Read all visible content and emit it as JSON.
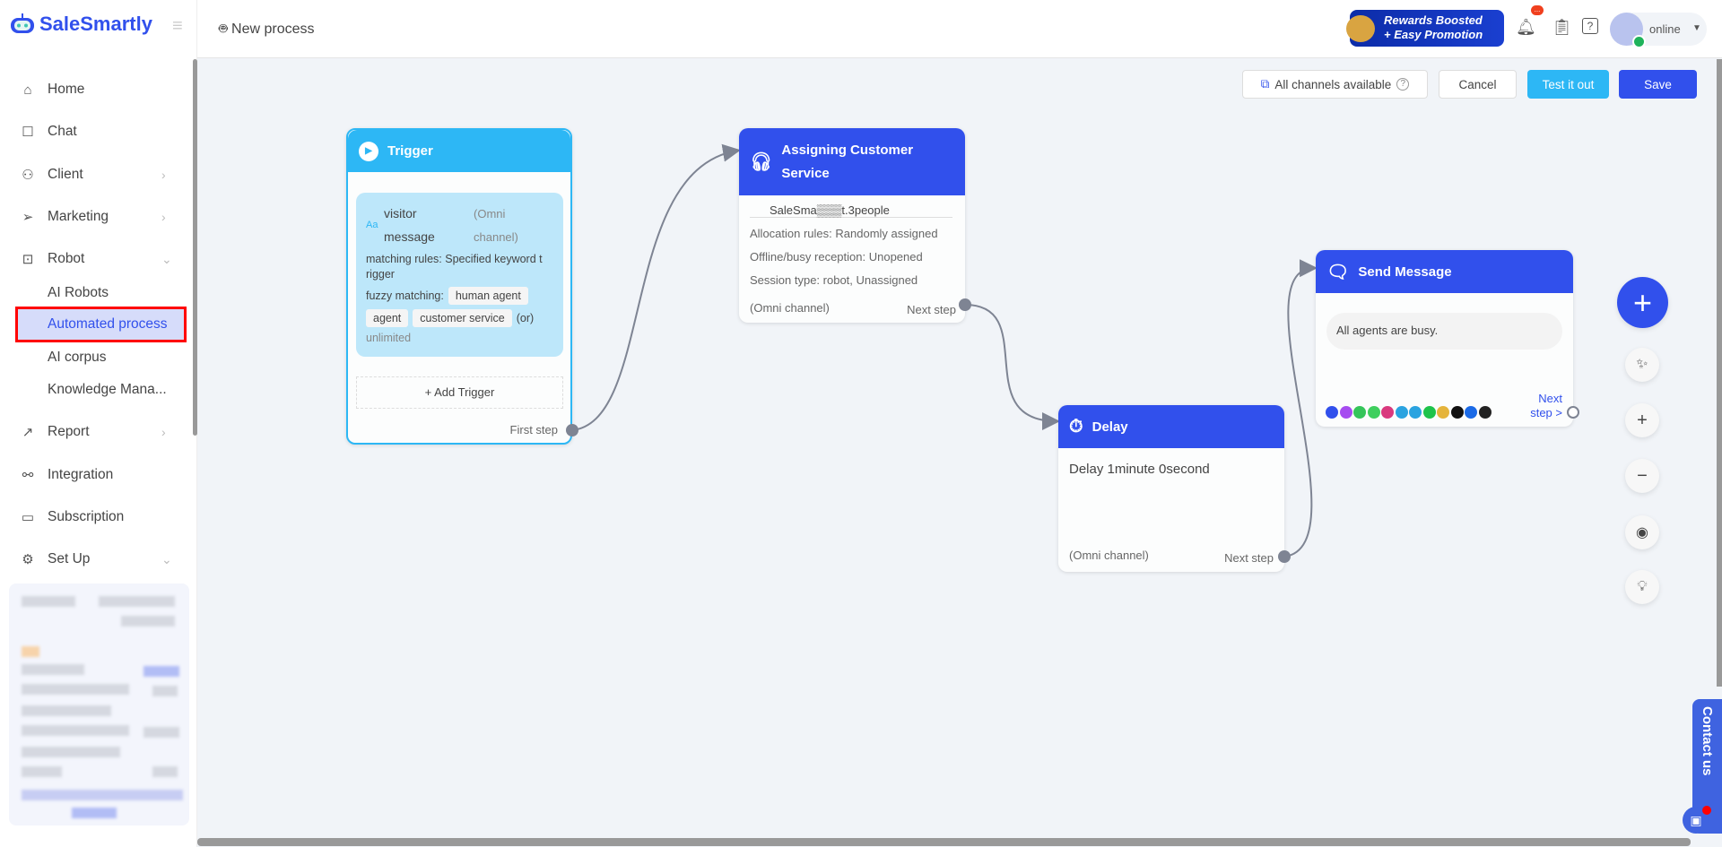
{
  "app": {
    "logo": "SaleSmartly",
    "page_title": "New process"
  },
  "sidebar": {
    "items": [
      {
        "label": "Home",
        "icon": "home-icon",
        "glyph": "⌂"
      },
      {
        "label": "Chat",
        "icon": "chat-icon",
        "glyph": "☐"
      },
      {
        "label": "Client",
        "icon": "client-icon",
        "glyph": "⚇",
        "chevron": "›"
      },
      {
        "label": "Marketing",
        "icon": "send-icon",
        "glyph": "➢",
        "chevron": "›"
      },
      {
        "label": "Robot",
        "icon": "robot-icon",
        "glyph": "⊡",
        "chevron": "⌄"
      },
      {
        "label": "AI Robots"
      },
      {
        "label": "Automated process",
        "active": true
      },
      {
        "label": "AI corpus"
      },
      {
        "label": "Knowledge Mana..."
      },
      {
        "label": "Report",
        "icon": "report-icon",
        "glyph": "↗",
        "chevron": "›"
      },
      {
        "label": "Integration",
        "icon": "integration-icon",
        "glyph": "⚯"
      },
      {
        "label": "Subscription",
        "icon": "wallet-icon",
        "glyph": "▭"
      },
      {
        "label": "Set Up",
        "icon": "gear-icon",
        "glyph": "⚙",
        "chevron": "⌄"
      }
    ]
  },
  "header": {
    "promo_line1": "Rewards Boosted",
    "promo_line2": "+ Easy Promotion",
    "notification_badge": "...",
    "status": "online"
  },
  "toolbar": {
    "channels": "All channels available",
    "cancel": "Cancel",
    "test": "Test it out",
    "save": "Save"
  },
  "nodes": {
    "trigger": {
      "title": "Trigger",
      "type_icon": "Aa",
      "type_line1": "visitor",
      "type_line2": "message",
      "channel1": "(Omni",
      "channel2": "channel)",
      "rules": "matching rules: Specified keyword t rigger",
      "fuzzy": "fuzzy matching:",
      "keywords": [
        "human agent",
        "agent",
        "customer service"
      ],
      "or": "(or)",
      "limit": "unlimited",
      "add": "+ Add Trigger",
      "next": "First step"
    },
    "assign": {
      "title": "Assigning Customer Service",
      "agents": "SaleSma▒▒▒t.3people",
      "allocation": "Allocation rules: Randomly assigned",
      "offline": "Offline/busy reception: Unopened",
      "session": "Session type: robot, Unassigned",
      "channel": "(Omni channel)",
      "next": "Next step"
    },
    "delay": {
      "title": "Delay",
      "text": "Delay 1minute 0second",
      "channel": "(Omni channel)",
      "next": "Next step"
    },
    "send": {
      "title": "Send Message",
      "message": "All agents are busy.",
      "next": "Next step >",
      "channels": [
        {
          "name": "livechat",
          "color": "#3150ec"
        },
        {
          "name": "messenger",
          "color": "#a64cf0"
        },
        {
          "name": "whatsapp-api",
          "color": "#35c55a"
        },
        {
          "name": "whatsapp",
          "color": "#3fcf5e"
        },
        {
          "name": "instagram",
          "color": "#d9397e"
        },
        {
          "name": "telegram-bot",
          "color": "#2aa3e0"
        },
        {
          "name": "telegram",
          "color": "#2aa3e0"
        },
        {
          "name": "line",
          "color": "#1ec34b"
        },
        {
          "name": "slack",
          "color": "#e5b43b"
        },
        {
          "name": "tiktok",
          "color": "#111111"
        },
        {
          "name": "zalo",
          "color": "#1b6ae6"
        },
        {
          "name": "tiktok-shop",
          "color": "#222222"
        }
      ]
    }
  },
  "contact": {
    "label": "Contact us"
  },
  "colors": {
    "primary": "#3150ec",
    "trigger": "#2db7f5",
    "danger": "#f00"
  }
}
